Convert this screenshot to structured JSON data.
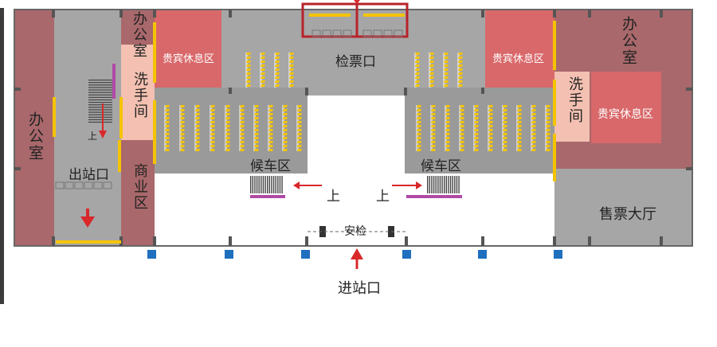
{
  "map": {
    "labels": {
      "office_left": "办公室",
      "office_mid": "办公室",
      "office_right": "办公室",
      "washroom_left": "洗手间",
      "washroom_right": "洗手间",
      "commercial": "商业区",
      "exit": "出站口",
      "vip_left": "贵宾休息区",
      "vip_right_top": "贵宾休息区",
      "vip_right": "贵宾休息区",
      "ticket_check": "检票口",
      "waiting_left": "候车区",
      "waiting_right": "候车区",
      "ticket_hall": "售票大厅",
      "security": "安检",
      "entrance": "进站口",
      "up_left": "上",
      "up_mid_left": "上",
      "up_mid_right": "上"
    },
    "colors": {
      "office": "#a9686b",
      "vip": "#d9686a",
      "washroom": "#f3c0b1",
      "floor": "#a6a6a6",
      "waiting_dark": "#929292",
      "yellow": "#f5c400",
      "red": "#d9282a",
      "pillar_blue": "#1f6fbf",
      "stair_purple": "#b04aa6"
    }
  }
}
